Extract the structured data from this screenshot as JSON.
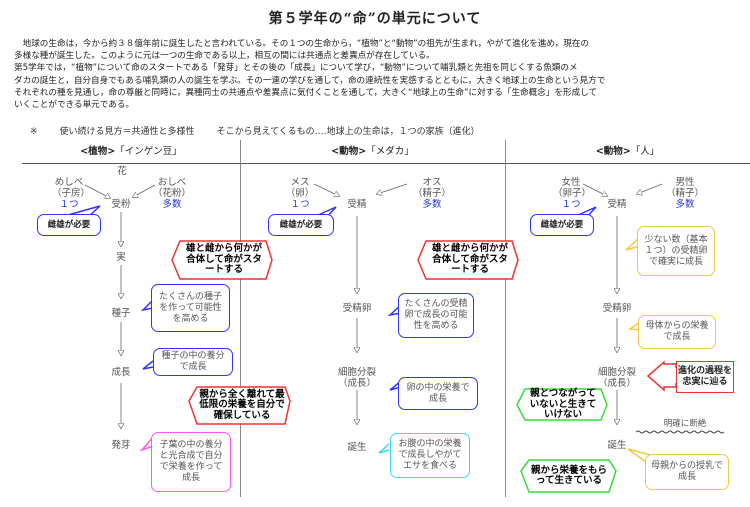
{
  "title": "第５学年の“命”の単元について",
  "intro": [
    "　地球の生命は，今から約３８億年前に誕生したと言われている。その１つの生命から，“植物”と“動物”の祖先が生まれ，やがて進化を進め，現在の",
    "多様な種が誕生した。このように元は一つの生命である以上，相互の間には共通点と差異点が存在している。",
    "第5学年では，“植物”について命のスタートである「発芽」とその後の「成長」について学び，“動物”について哺乳類と先祖を同じくする魚類のメ",
    "ダカの誕生と，自分自身でもある哺乳類の人の誕生を学ぶ。その一連の学びを通して，命の連続性を実感するとともに，大きく地球上の生命という見方で",
    "それぞれの種を見通し，命の尊厳と同時に，異種同士の共通点や差異点に気付くことを通して，大きく“地球上の生命”に対する「生命概念」を形成して",
    "いくことができる単元である。"
  ],
  "note": {
    "mark": "※",
    "view": "使い続ける見方＝共通性と多様性",
    "insight": "そこから見えてくるもの‥‥地球上の生命は，１つの家族（進化）"
  },
  "columns": [
    {
      "category": "<植物>",
      "subject": "「インゲン豆」",
      "top_label": "花",
      "female": {
        "name": "めしべ",
        "sub": "（子房）",
        "count": "１つ"
      },
      "male": {
        "name": "おしべ",
        "sub": "（花粉）",
        "count": "多数"
      },
      "stages": [
        "受粉",
        "実",
        "種子",
        "成長",
        "発芽"
      ],
      "bubbles": {
        "need": "雌雄が必要",
        "seed": "たくさんの種子を作って可能性を高める",
        "growth": "種子の中の養分で成長",
        "sprout": "子葉の中の養分と光合成で自分で栄養を作って成長"
      }
    },
    {
      "category": "<動物>",
      "subject": "「メダカ」",
      "female": {
        "name": "メス",
        "sub": "（卵）",
        "count": "１つ"
      },
      "male": {
        "name": "オス",
        "sub": "（精子）",
        "count": "多数"
      },
      "stages": [
        "受精",
        "受精卵",
        "細胞分裂",
        "（成長）",
        "誕生"
      ],
      "bubbles": {
        "need": "雌雄が必要",
        "egg": "たくさんの受精卵で成長の可能性を高める",
        "growth": "卵の中の栄養で成長",
        "birth": "お腹の中の栄養で成長しやがてエサを食べる"
      }
    },
    {
      "category": "<動物>",
      "subject": "「人」",
      "female": {
        "name": "女性",
        "sub": "（卵子）",
        "count": "１つ"
      },
      "male": {
        "name": "男性",
        "sub": "（精子）",
        "count": "多数"
      },
      "stages": [
        "受精",
        "受精卵",
        "細胞分裂",
        "（成長）",
        "誕生"
      ],
      "bubbles": {
        "need": "雌雄が必要",
        "few": "少ない数（基本１つ）の受精卵で確実に成長",
        "mother": "母体からの栄養で成長",
        "milk": "母親からの授乳で成長"
      },
      "break_label": "明確に断絶"
    }
  ],
  "callouts": {
    "start": "雄と雌から何かが合体して命がスタートする",
    "independent": "親から全く離れて最低限の栄養を自分で確保している",
    "evolution": "進化の過程を忠実に辿る",
    "connected": "親とつながっていないと生きていけない",
    "nourished": "親から栄養をもらって生きている"
  },
  "colors": {
    "blue_bubble": "#3333ff",
    "pink_bubble": "#ff55ee",
    "cyan_bubble": "#33ddee",
    "yellow_bubble": "#f2c844",
    "red_callout": "#ee3333",
    "green_callout": "#33dd33",
    "count_text": "#2233dd"
  }
}
